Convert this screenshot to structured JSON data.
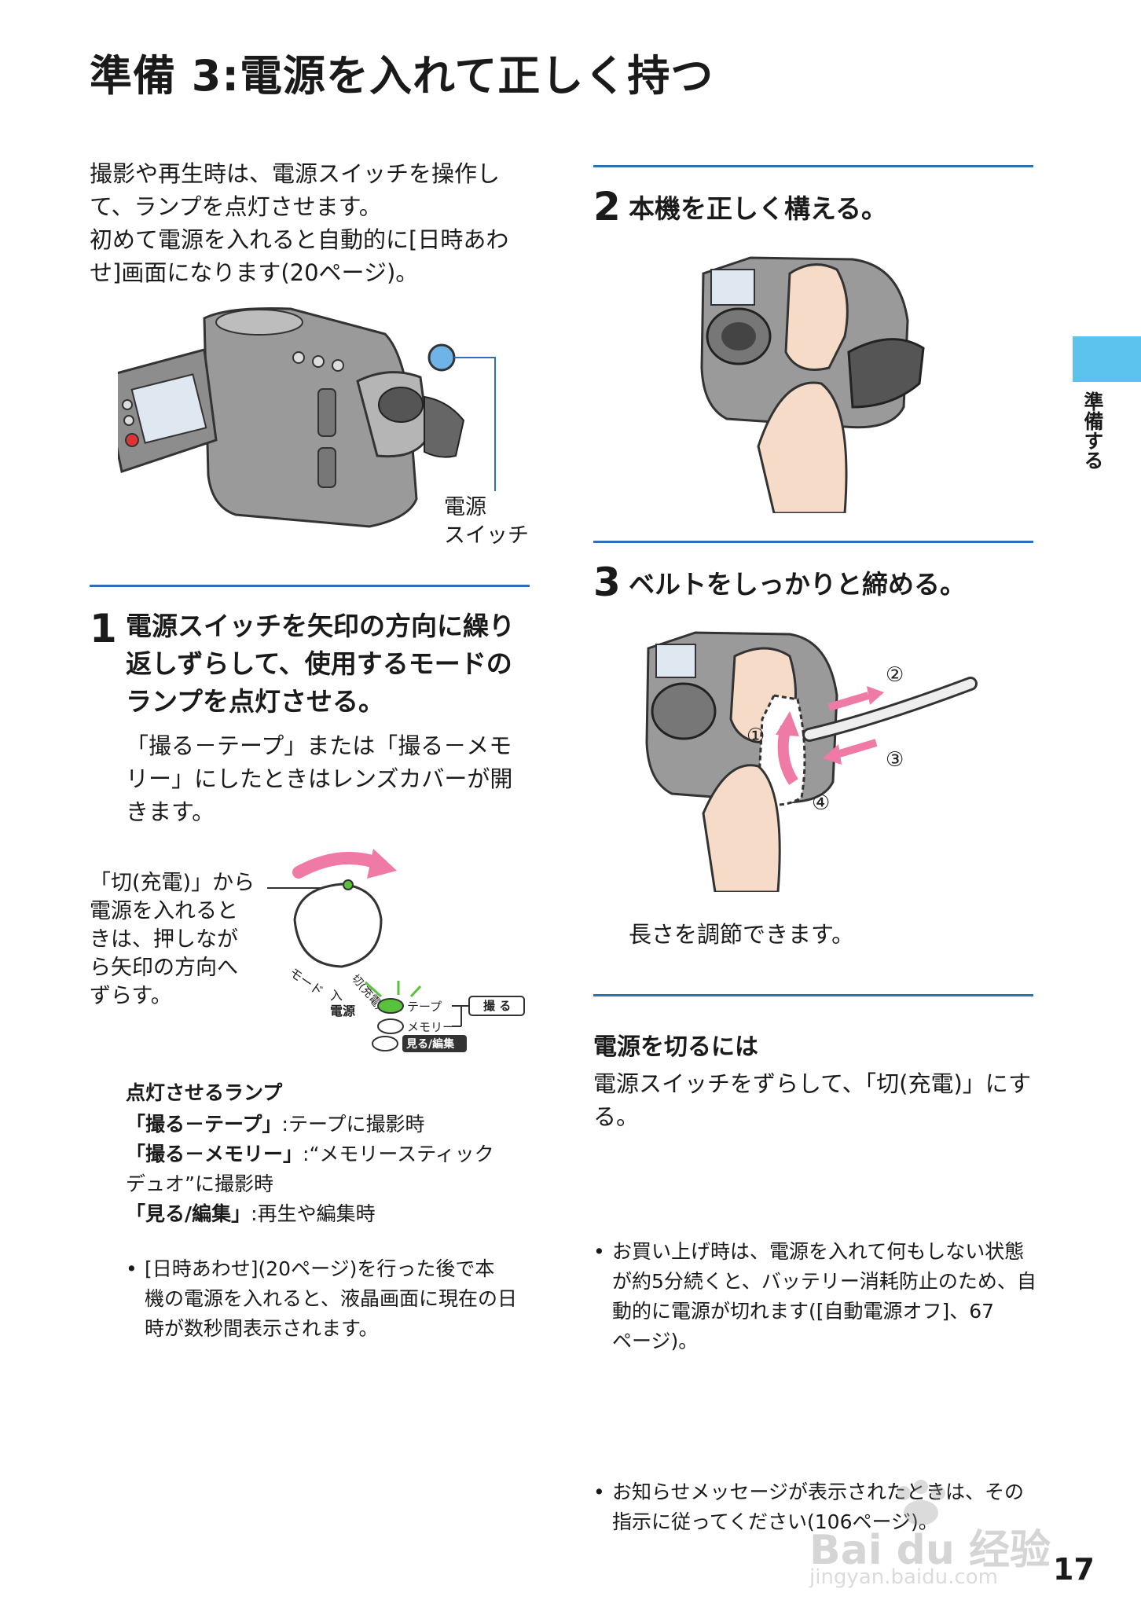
{
  "title": "準備 3:電源を入れて正しく持つ",
  "intro": {
    "line1": "撮影や再生時は、電源スイッチを操作し",
    "line2": "て、ランプを点灯させます。",
    "line3": "初めて電源を入れると自動的に[日時あわ",
    "line4": "せ]画面になります(20ページ)。"
  },
  "figure1": {
    "callout_line1": "電源",
    "callout_line2": "スイッチ"
  },
  "step1": {
    "number": "1",
    "heading_line1": "電源スイッチを矢印の方向に繰り",
    "heading_line2": "返しずらして、使用するモードの",
    "heading_line3": "ランプを点灯させる。",
    "body_line1": "「撮る－テープ」または「撮る－メモ",
    "body_line2": "リー」にしたときはレンズカバーが開",
    "body_line3": "きます。"
  },
  "dial": {
    "side_line1": "「切(充電)」から",
    "side_line2": "電源を入れると",
    "side_line3": "きは、押しなが",
    "side_line4": "ら矢印の方向へ",
    "side_line5": "ずらす。",
    "mode_label": "モード",
    "on_label": "入",
    "off_label": "切(充電)",
    "power_label": "電源",
    "tape_label": "テープ",
    "memory_label": "メモリー",
    "shoot_label": "撮 る",
    "view_edit_label": "見る/編集"
  },
  "lamps": {
    "heading": "点灯させるランプ",
    "item1_term": "「撮る－テープ」",
    "item1_desc": ":テープに撮影時",
    "item2_term": "「撮る－メモリー」",
    "item2_desc": ":“メモリースティック",
    "item2_desc2": "デュオ”に撮影時",
    "item3_term": "「見る/編集」",
    "item3_desc": ":再生や編集時"
  },
  "note1": {
    "line1": "[日時あわせ](20ページ)を行った後で本",
    "line2": "機の電源を入れると、液晶画面に現在の日",
    "line3": "時が数秒間表示されます。"
  },
  "step2": {
    "number": "2",
    "heading": "本機を正しく構える。"
  },
  "step3": {
    "number": "3",
    "heading": "ベルトをしっかりと締める。",
    "caption": "長さを調節できます。"
  },
  "belt_steps": {
    "s1": "①",
    "s2": "②",
    "s3": "③",
    "s4": "④"
  },
  "power_off": {
    "heading": "電源を切るには",
    "line1": "電源スイッチをずらして、「切(充電)」にす",
    "line2": "る。",
    "bullet1_line1": "お買い上げ時は、電源を入れて何もしない状態",
    "bullet1_line2": "が約5分続くと、バッテリー消耗防止のため、自",
    "bullet1_line3": "動的に電源が切れます([自動電源オフ]、67",
    "bullet1_line4": "ページ)。",
    "bullet2_line1": "お知らせメッセージが表示されたときは、その",
    "bullet2_line2": "指示に従ってください(106ページ)。"
  },
  "side_tab": {
    "label": "準備する",
    "color": "#5bc3ee"
  },
  "page_number": "17",
  "watermark": {
    "brand": "Bai du 经验",
    "url": "jingyan.baidu.com"
  },
  "colors": {
    "rule": "#2f6fb5",
    "arrow_pink": "#f07aa6",
    "lamp_green": "#58c23c"
  }
}
